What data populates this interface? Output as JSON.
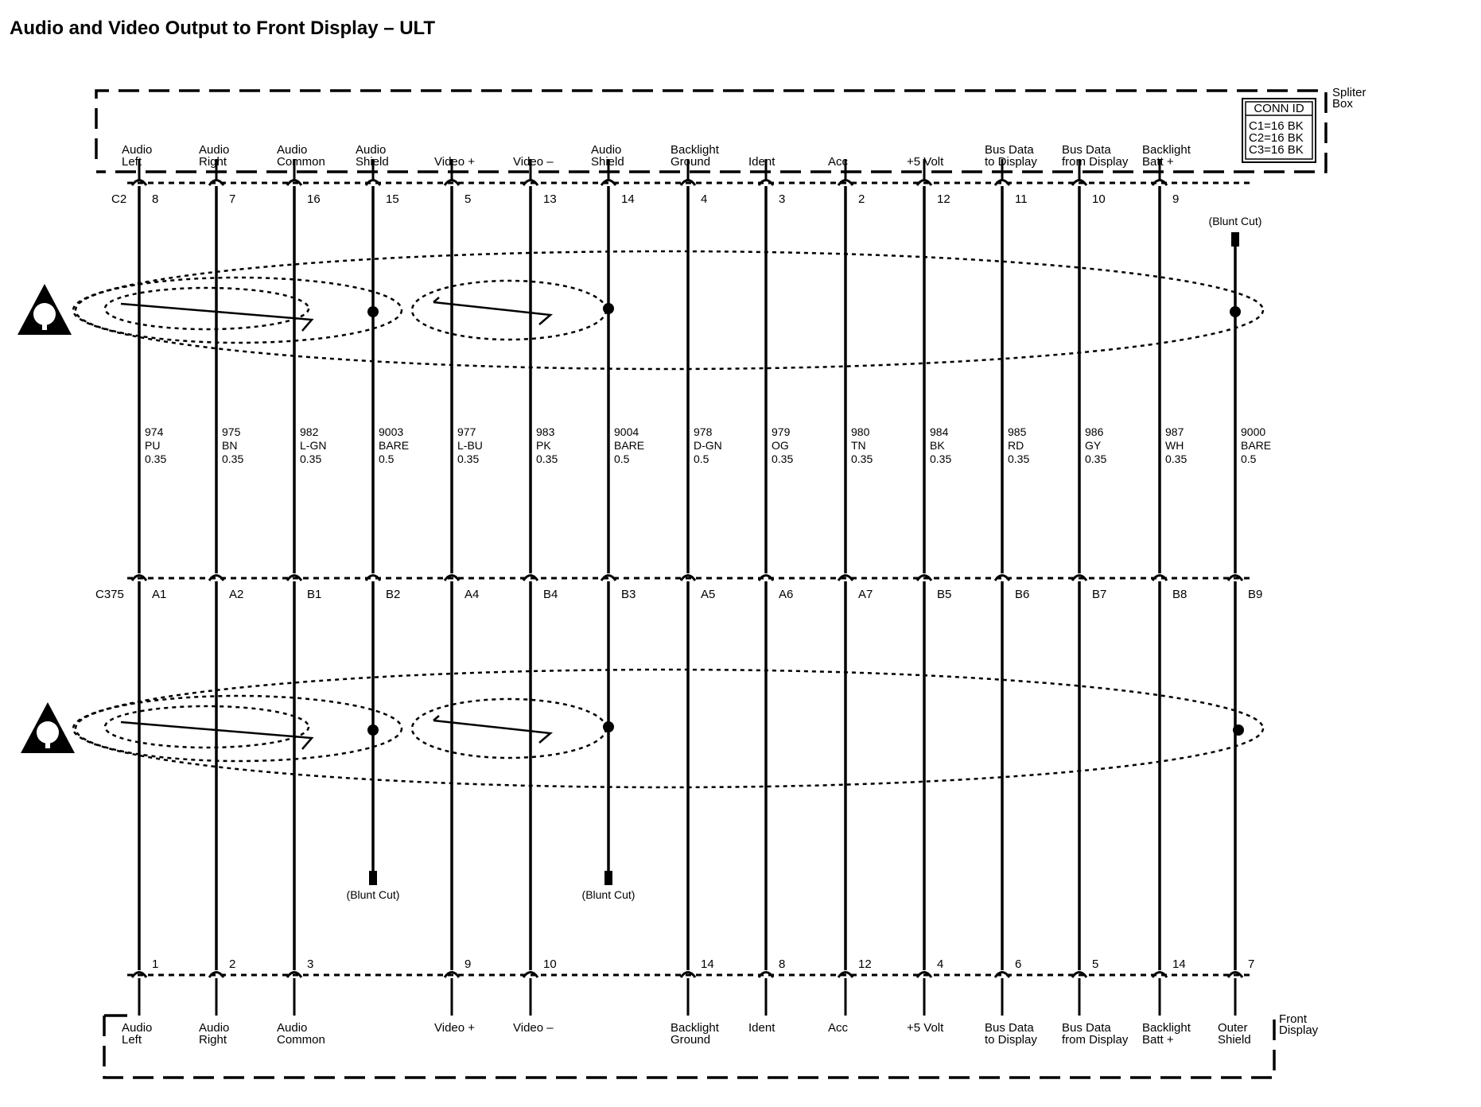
{
  "title": "Audio and Video Output to Front Display – ULT",
  "splitter_box": {
    "name": [
      "Spliter",
      "Box"
    ],
    "conn_id": [
      "CONN ID",
      "C1=16 BK",
      "C2=16 BK",
      "C3=16 BK"
    ]
  },
  "front_display": {
    "name": [
      "Front",
      "Display"
    ]
  },
  "connectors": {
    "c2": "C2",
    "c375": "C375"
  },
  "blunt_cut": "(Blunt Cut)",
  "circuits": [
    {
      "top": [
        "Audio",
        "Left"
      ],
      "bottom": [
        "Audio",
        "Left"
      ],
      "c2": "8",
      "c375": "A1",
      "fd": "1",
      "num": "974",
      "color": "PU",
      "gauge": "0.35"
    },
    {
      "top": [
        "Audio",
        "Right"
      ],
      "bottom": [
        "Audio",
        "Right"
      ],
      "c2": "7",
      "c375": "A2",
      "fd": "2",
      "num": "975",
      "color": "BN",
      "gauge": "0.35"
    },
    {
      "top": [
        "Audio",
        "Common"
      ],
      "bottom": [
        "Audio",
        "Common"
      ],
      "c2": "16",
      "c375": "B1",
      "fd": "3",
      "num": "982",
      "color": "L-GN",
      "gauge": "0.35"
    },
    {
      "top": [
        "Audio",
        "Shield"
      ],
      "bottom": [],
      "c2": "15",
      "c375": "B2",
      "fd": "",
      "num": "9003",
      "color": "BARE",
      "gauge": "0.5"
    },
    {
      "top": [
        "Video +"
      ],
      "bottom": [
        "Video +"
      ],
      "c2": "5",
      "c375": "A4",
      "fd": "9",
      "num": "977",
      "color": "L-BU",
      "gauge": "0.35"
    },
    {
      "top": [
        "Video –"
      ],
      "bottom": [
        "Video –"
      ],
      "c2": "13",
      "c375": "B4",
      "fd": "10",
      "num": "983",
      "color": "PK",
      "gauge": "0.35"
    },
    {
      "top": [
        "Audio",
        "Shield"
      ],
      "bottom": [],
      "c2": "14",
      "c375": "B3",
      "fd": "",
      "num": "9004",
      "color": "BARE",
      "gauge": "0.5"
    },
    {
      "top": [
        "Backlight",
        "Ground"
      ],
      "bottom": [
        "Backlight",
        "Ground"
      ],
      "c2": "4",
      "c375": "A5",
      "fd": "14",
      "num": "978",
      "color": "D-GN",
      "gauge": "0.5"
    },
    {
      "top": [
        "Ident"
      ],
      "bottom": [
        "Ident"
      ],
      "c2": "3",
      "c375": "A6",
      "fd": "8",
      "num": "979",
      "color": "OG",
      "gauge": "0.35"
    },
    {
      "top": [
        "Acc"
      ],
      "bottom": [
        "Acc"
      ],
      "c2": "2",
      "c375": "A7",
      "fd": "12",
      "num": "980",
      "color": "TN",
      "gauge": "0.35"
    },
    {
      "top": [
        "+5 Volt"
      ],
      "bottom": [
        "+5 Volt"
      ],
      "c2": "12",
      "c375": "B5",
      "fd": "4",
      "num": "984",
      "color": "BK",
      "gauge": "0.35"
    },
    {
      "top": [
        "Bus Data",
        "to Display"
      ],
      "bottom": [
        "Bus Data",
        "to Display"
      ],
      "c2": "11",
      "c375": "B6",
      "fd": "6",
      "num": "985",
      "color": "RD",
      "gauge": "0.35"
    },
    {
      "top": [
        "Bus Data",
        "from Display"
      ],
      "bottom": [
        "Bus Data",
        "from Display"
      ],
      "c2": "10",
      "c375": "B7",
      "fd": "5",
      "num": "986",
      "color": "GY",
      "gauge": "0.35"
    },
    {
      "top": [
        "Backlight",
        "Batt +"
      ],
      "bottom": [
        "Backlight",
        "Batt +"
      ],
      "c2": "9",
      "c375": "B8",
      "fd": "14",
      "num": "987",
      "color": "WH",
      "gauge": "0.35"
    },
    {
      "top": [],
      "bottom": [
        "Outer",
        "Shield"
      ],
      "c2": "",
      "c375": "B9",
      "fd": "7",
      "num": "9000",
      "color": "BARE",
      "gauge": "0.5"
    }
  ]
}
